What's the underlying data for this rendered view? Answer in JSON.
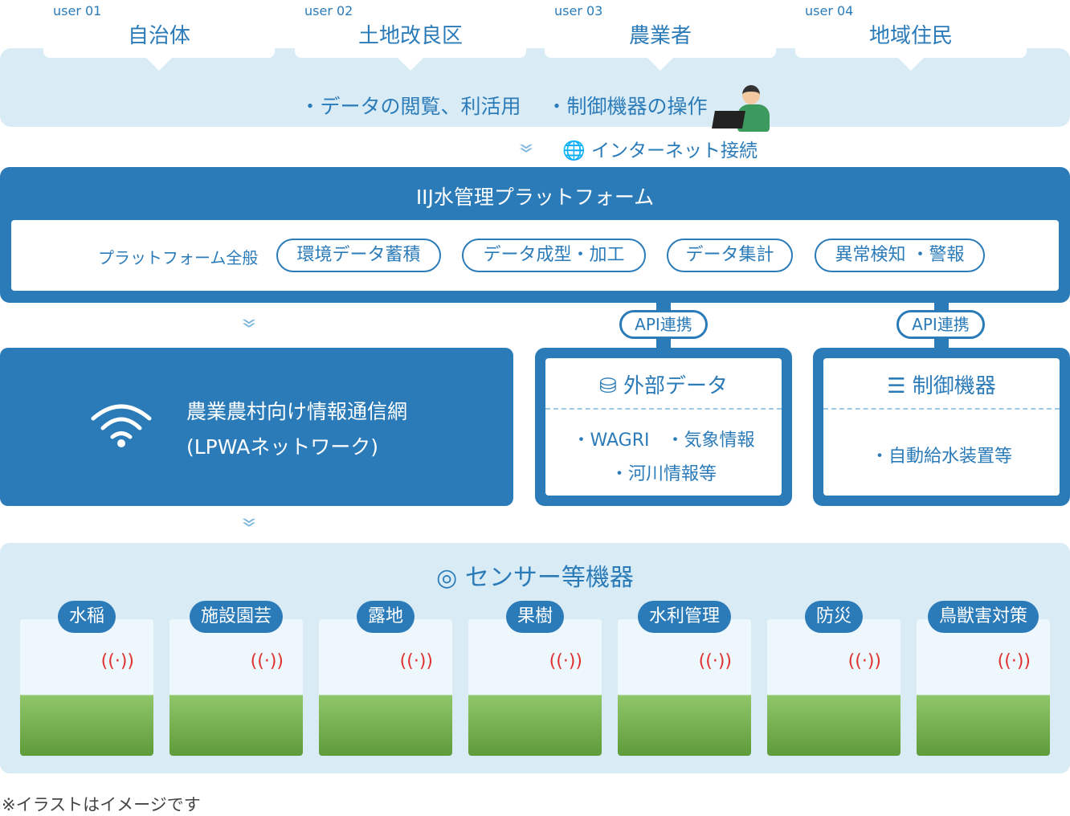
{
  "users": [
    {
      "tag": "user 01",
      "name": "自治体"
    },
    {
      "tag": "user 02",
      "name": "土地改良区"
    },
    {
      "tag": "user 03",
      "name": "農業者"
    },
    {
      "tag": "user 04",
      "name": "地域住民"
    }
  ],
  "uses": [
    "・データの閲覧、利活用",
    "・制御機器の操作"
  ],
  "internet": "インターネット接続",
  "platform": {
    "title": "IIJ水管理プラットフォーム",
    "label": "プラットフォーム全般",
    "features": [
      "環境データ蓄積",
      "データ成型・加工",
      "データ集計",
      "異常検知 ・警報"
    ]
  },
  "lpwa": {
    "line1": "農業農村向け情報通信網",
    "line2": "(LPWAネットワーク)"
  },
  "api": "API連携",
  "external": {
    "title": "外部データ",
    "items": [
      "・WAGRI",
      "・気象情報",
      "・河川情報等"
    ]
  },
  "control": {
    "title": "制御機器",
    "items": [
      "・自動給水装置等"
    ]
  },
  "sensors": {
    "title": "センサー等機器",
    "items": [
      "水稲",
      "施設園芸",
      "露地",
      "果樹",
      "水利管理",
      "防災",
      "鳥獣害対策"
    ]
  },
  "note": "※イラストはイメージです"
}
